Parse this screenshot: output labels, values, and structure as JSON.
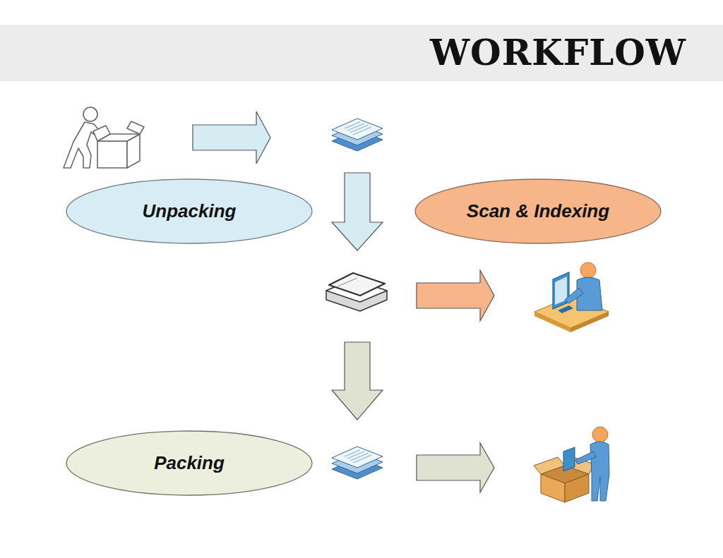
{
  "diagram": {
    "title": "WORKFLOW",
    "nodes": [
      {
        "text": [
          "Unpacking"
        ]
      },
      {
        "text": [
          "Scan & Indexing"
        ]
      },
      {
        "text": [
          "Packing"
        ]
      }
    ]
  }
}
